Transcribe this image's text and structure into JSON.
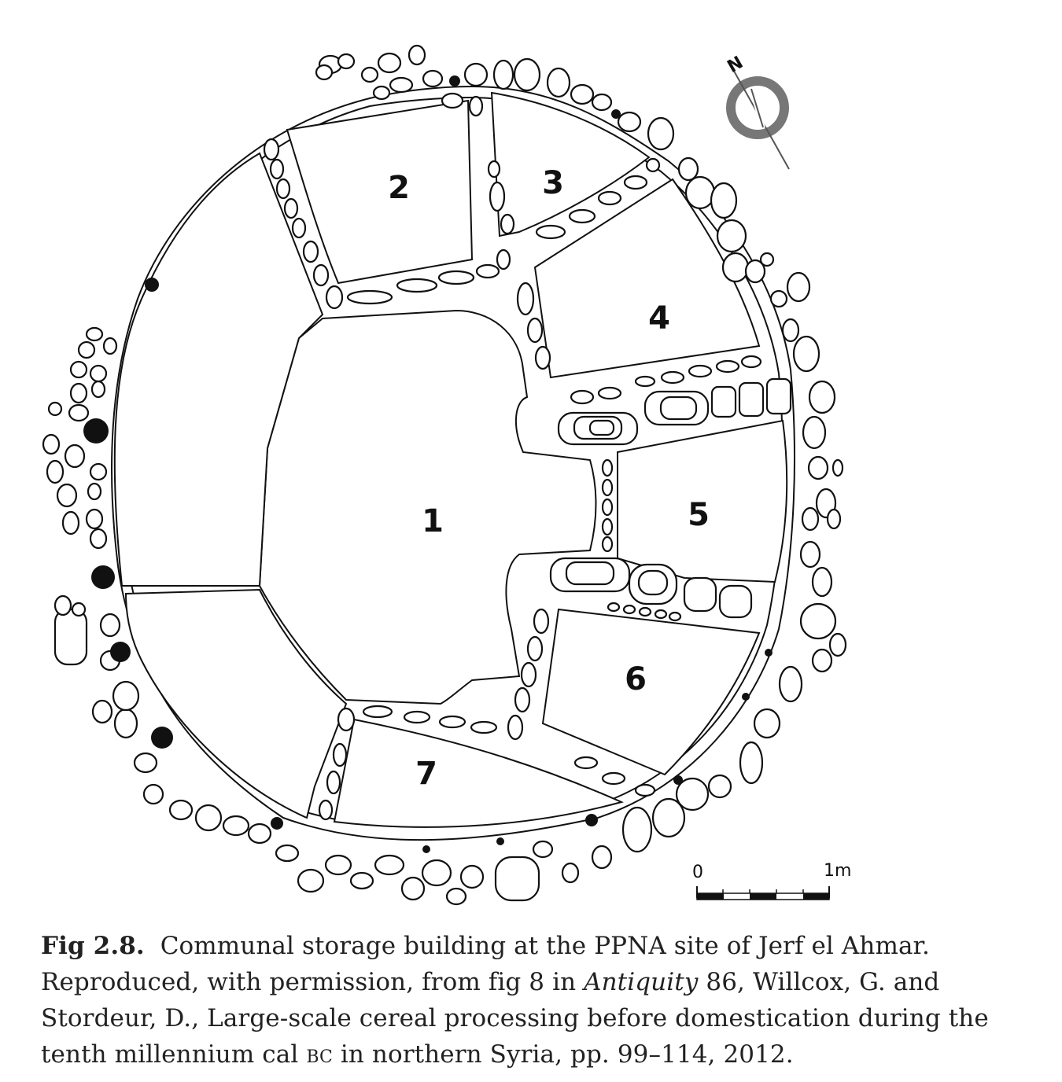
{
  "figure": {
    "rooms": [
      {
        "id": "1",
        "label": "1"
      },
      {
        "id": "2",
        "label": "2"
      },
      {
        "id": "3",
        "label": "3"
      },
      {
        "id": "4",
        "label": "4"
      },
      {
        "id": "5",
        "label": "5"
      },
      {
        "id": "6",
        "label": "6"
      },
      {
        "id": "7",
        "label": "7"
      }
    ],
    "north_label": "N",
    "scale": {
      "start_label": "0",
      "end_label": "1m"
    }
  },
  "caption": {
    "fig_label": "Fig 2.8.",
    "text_1": "Communal storage building at the PPNA site of Jerf el Ahmar. Reproduced, with permission, from fig 8 in ",
    "journal": "Antiquity",
    "text_2": " 86, Willcox, G. and Stordeur, D., Large-scale cereal processing before domestication during the tenth millennium cal ",
    "era": "bc",
    "text_3": " in northern Syria, pp. 99–114, 2012."
  }
}
